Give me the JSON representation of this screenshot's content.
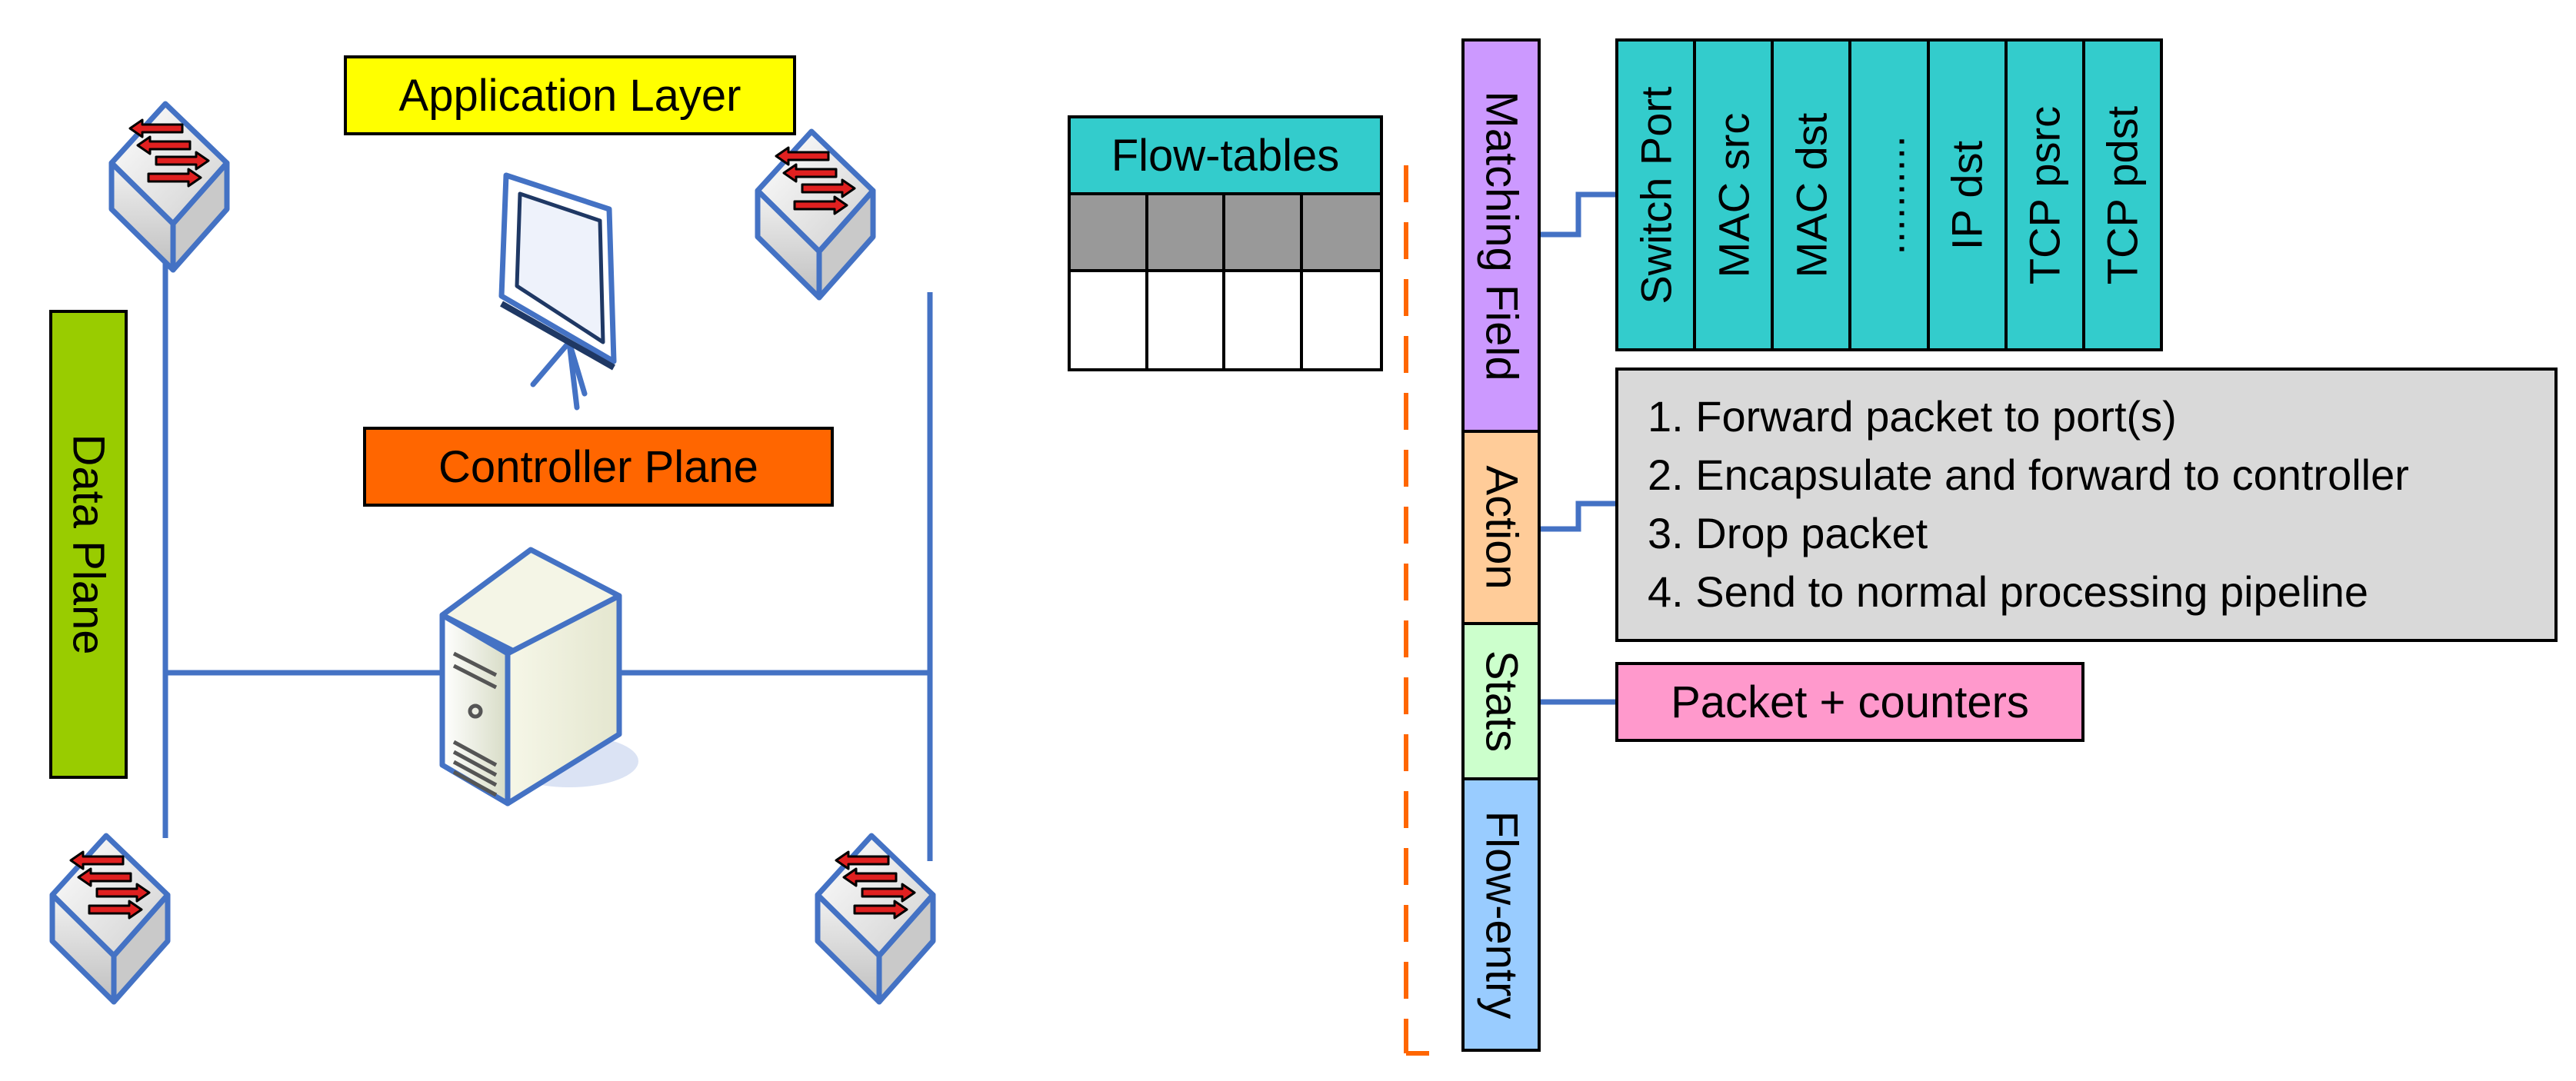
{
  "left_diagram": {
    "application_layer": "Application Layer",
    "controller_plane": "Controller Plane",
    "data_plane": "Data Plane"
  },
  "flow_tables": {
    "title": "Flow-tables"
  },
  "flow_entry": {
    "segments": [
      "Matching Field",
      "Action",
      "Stats",
      "Flow-entry"
    ]
  },
  "matching_fields": [
    "Switch Port",
    "MAC src",
    "MAC dst",
    "..........",
    "IP dst",
    "TCP psrc",
    "TCP pdst"
  ],
  "actions": [
    "1. Forward packet to port(s)",
    "2. Encapsulate and forward to controller",
    "3. Drop packet",
    "4. Send to normal processing pipeline"
  ],
  "stats": {
    "label": "Packet + counters"
  },
  "colors": {
    "application_layer": "#ffff00",
    "controller_plane": "#ff6600",
    "data_plane": "#99cc00",
    "flow_tables_header": "#33cccc",
    "matching_field": "#cc99ff",
    "action": "#ffcc99",
    "stats": "#ccffcc",
    "flow_entry": "#99ccff",
    "fields": "#33cccc",
    "actions_box": "#d9d9d9",
    "stats_box": "#ff99cc",
    "link": "#4472c4",
    "dashed": "#ff6600"
  }
}
